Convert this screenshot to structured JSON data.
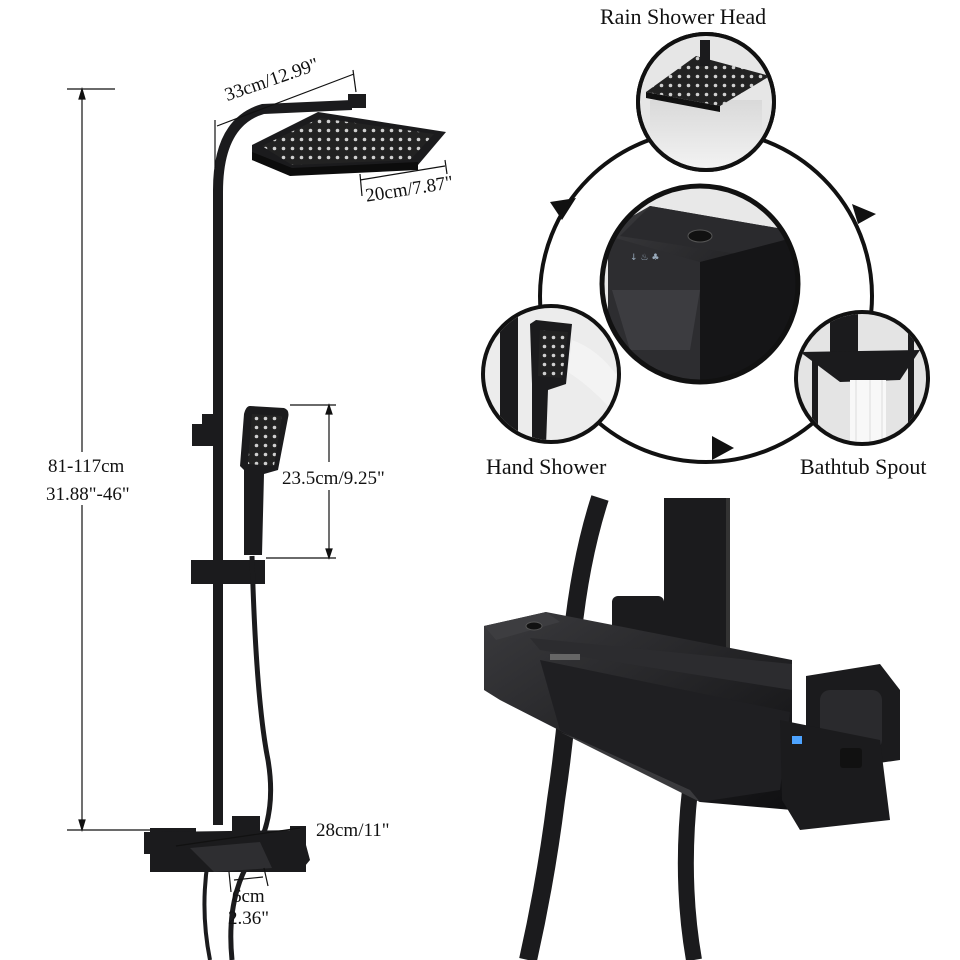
{
  "labels": {
    "rain_head_width": "33cm/12.99\"",
    "rain_head_depth": "20cm/7.87\"",
    "total_height_cm": "81-117cm",
    "total_height_in": "31.88\"-46\"",
    "hand_shower_length": "23.5cm/9.25\"",
    "mixer_width": "28cm/11\"",
    "spout_width_cm": "6cm",
    "spout_width_in": "2.36\""
  },
  "modes": {
    "rain": "Rain Shower Head",
    "hand": "Hand Shower",
    "bathtub": "Bathtub Spout"
  },
  "colors": {
    "product": "#1b1b1d",
    "circle": "#111111",
    "background": "#ffffff"
  }
}
